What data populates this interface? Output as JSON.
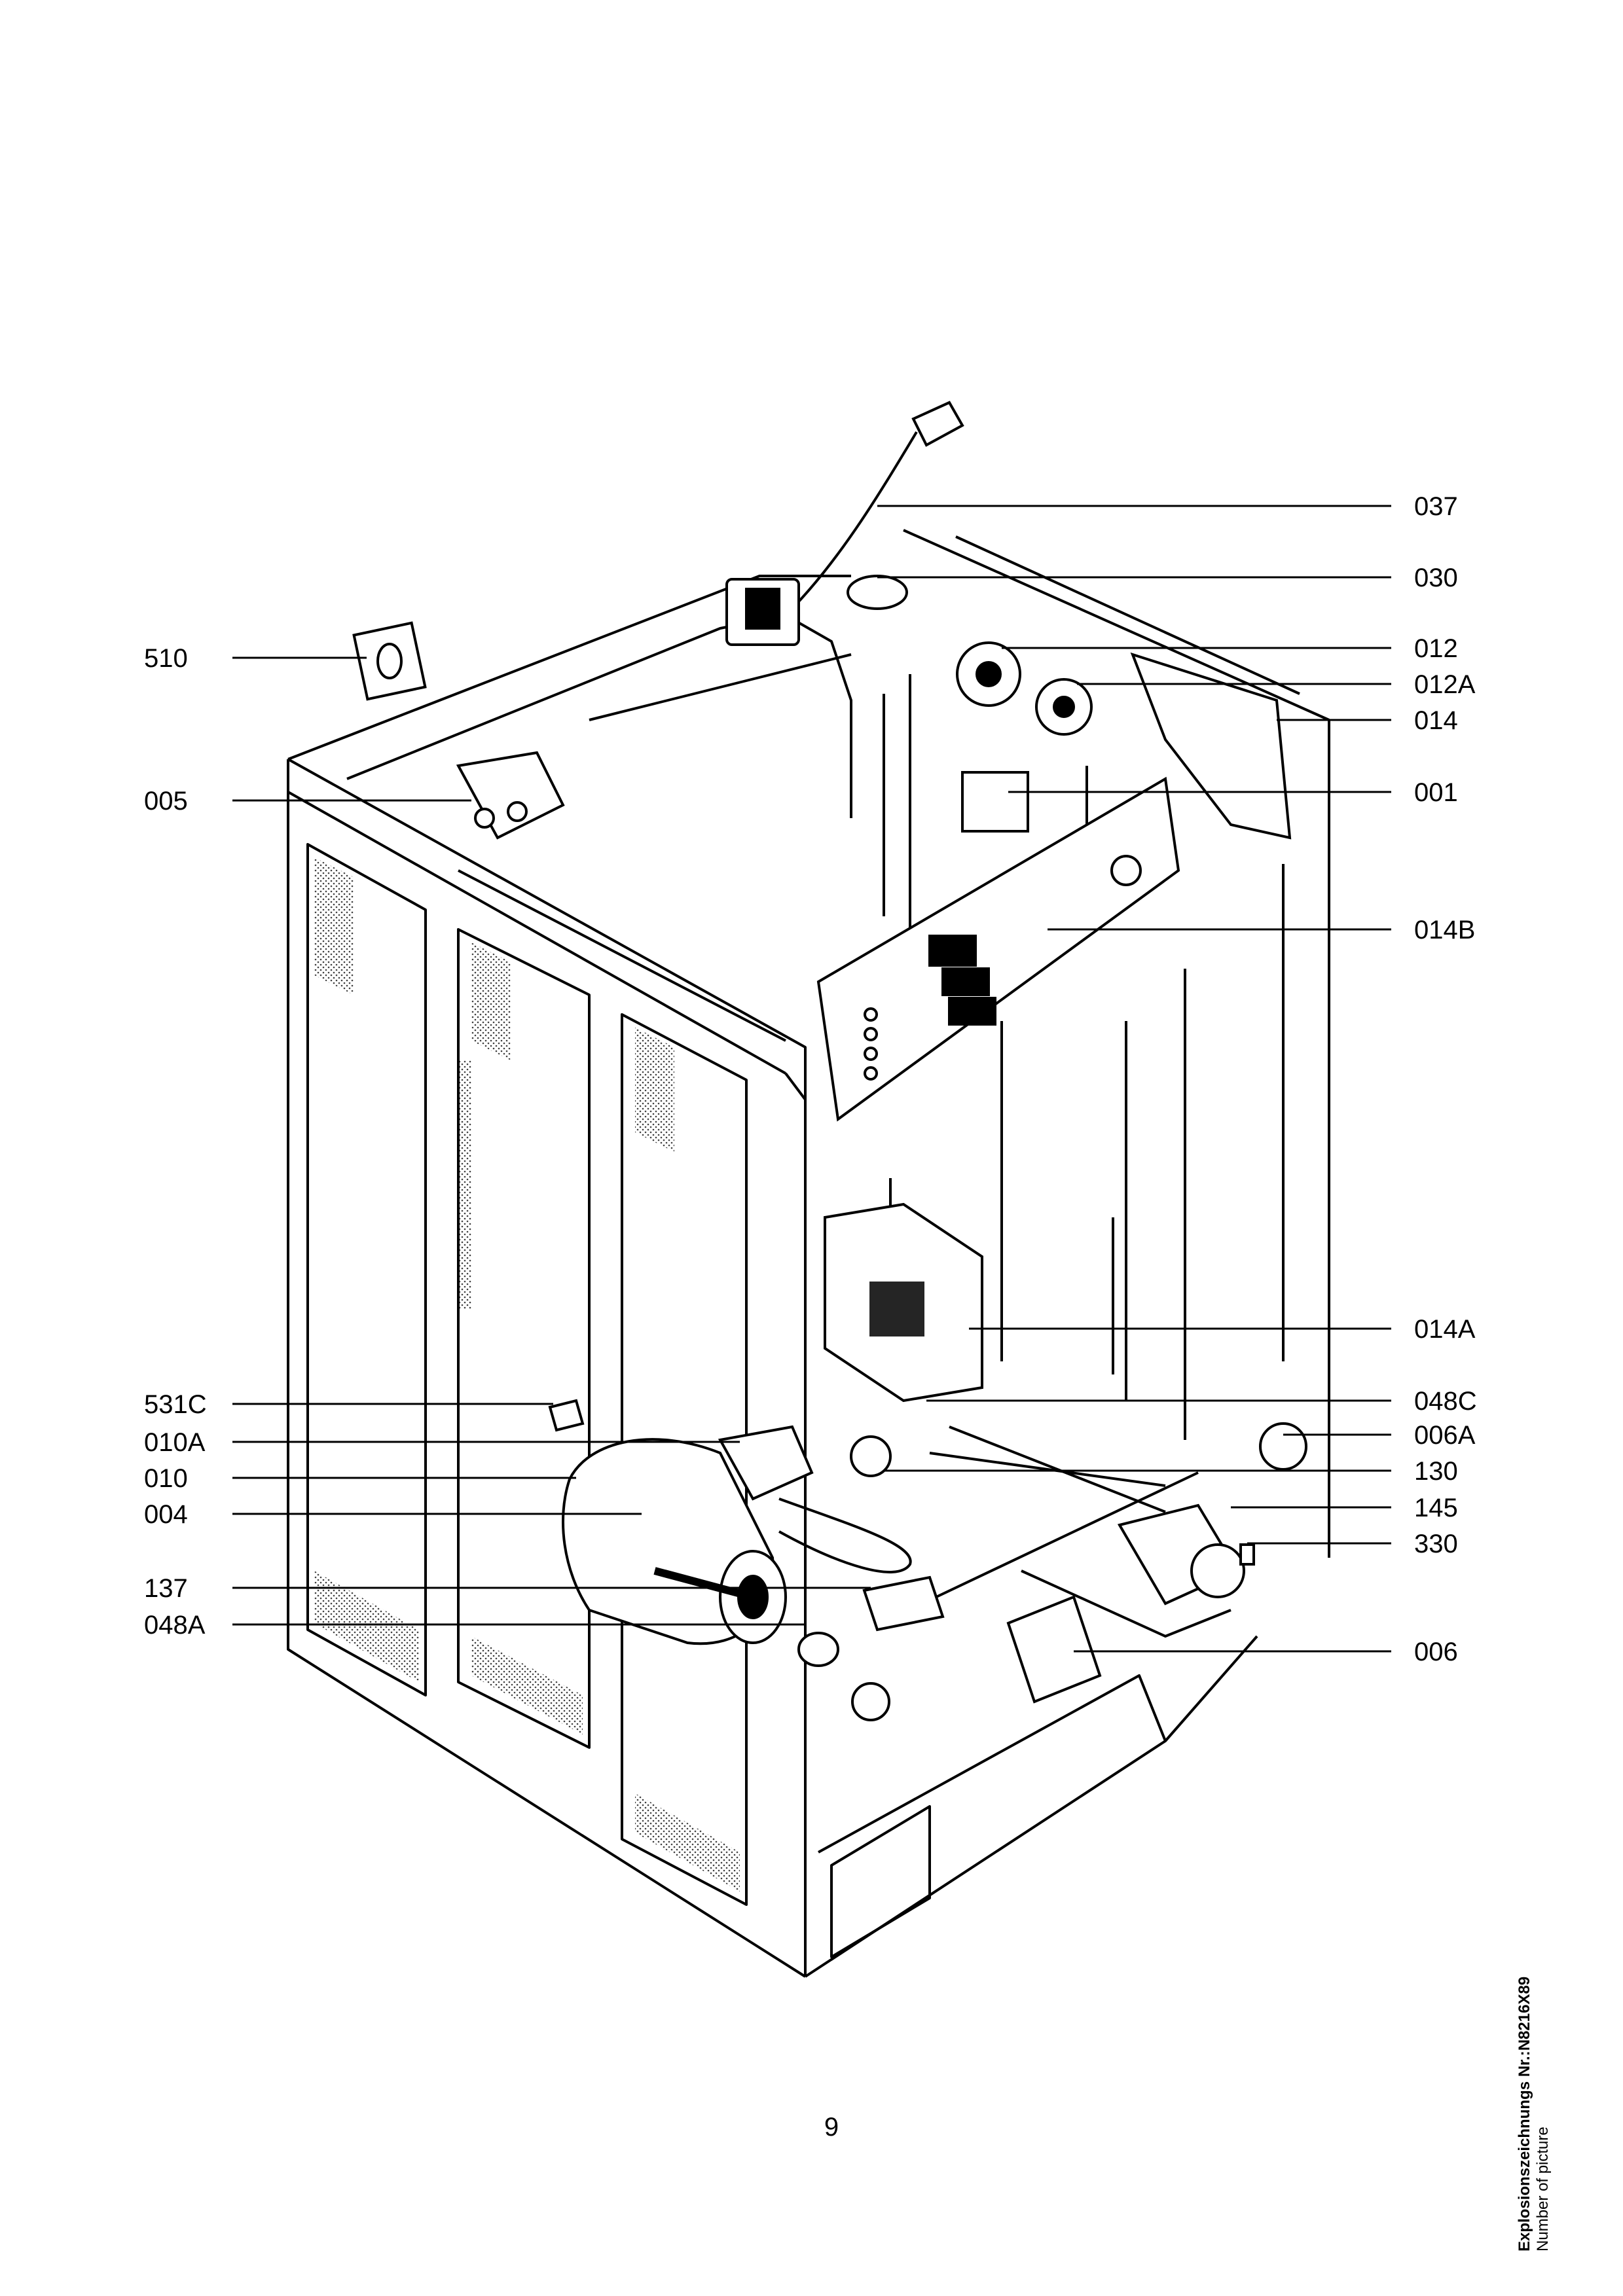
{
  "callouts": {
    "right": [
      "037",
      "030",
      "012",
      "012A",
      "014",
      "001",
      "014B",
      "014A",
      "048C",
      "006A",
      "130",
      "145",
      "330",
      "006"
    ],
    "left": [
      "510",
      "005",
      "531C",
      "010A",
      "010",
      "004",
      "137",
      "048A"
    ]
  },
  "page_number": "9",
  "side_label": {
    "line1": "Explosionszeichnungs Nr.:N8216X89",
    "line2": "Number of picture"
  }
}
